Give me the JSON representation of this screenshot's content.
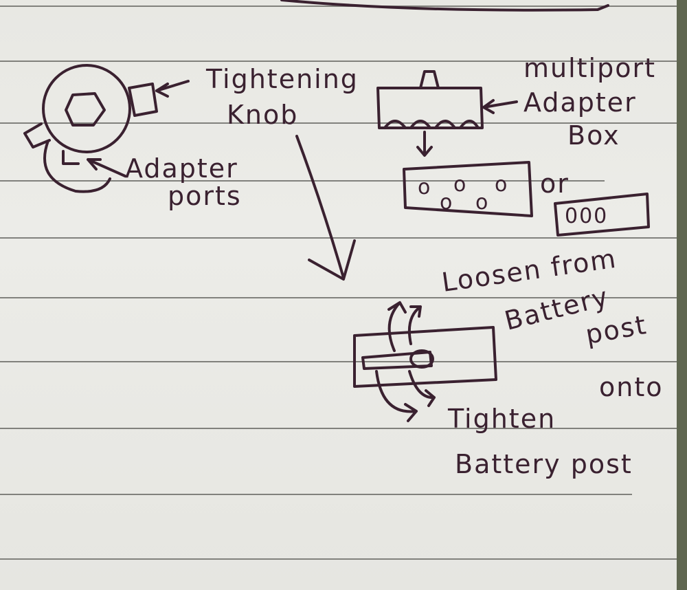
{
  "labels": {
    "tightening_line1": "Tightening",
    "tightening_line2": "Knob",
    "adapter_ports_line1": "Adapter",
    "adapter_ports_line2": "ports",
    "multiport_line1": "multiport",
    "multiport_line2": "Adapter",
    "multiport_line3": "Box",
    "or": "or",
    "loosen_line1": "Loosen from",
    "loosen_line2": "Battery",
    "loosen_line3": "post",
    "onto": "onto",
    "tighten_line1": "Tighten",
    "tighten_line2": "Battery post",
    "small_box_holes": "000"
  },
  "colors": {
    "ink": "#3a2130",
    "paper": "#ecece8",
    "rule": "#6f6f6a"
  }
}
